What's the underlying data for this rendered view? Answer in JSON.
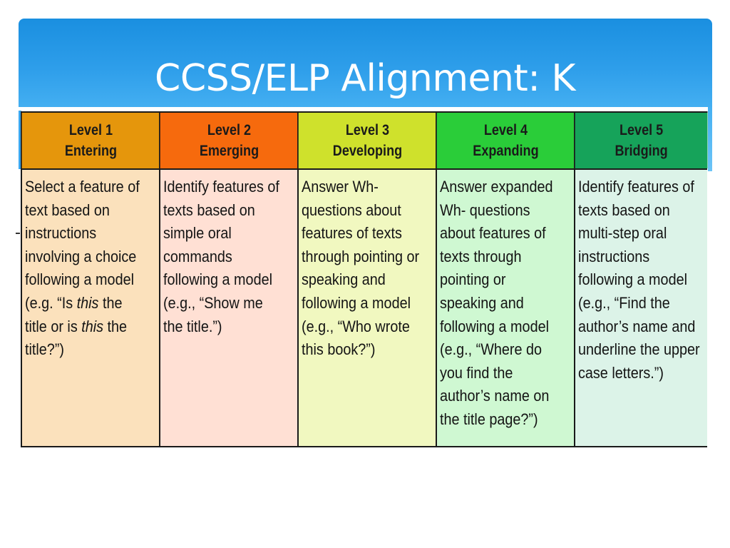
{
  "slide": {
    "title": "CCSS/ELP Alignment: K"
  },
  "table": {
    "levels": [
      {
        "name": "Level 1",
        "stage": "Entering",
        "color": "#e5960c",
        "lines": [
          "Select a feature of",
          "text based on",
          "instructions",
          "involving a choice",
          "following a model",
          "(e.g. “Is this the",
          "title or is this the",
          "title?”)"
        ]
      },
      {
        "name": "Level 2",
        "stage": "Emerging",
        "color": "#f66a0d",
        "lines": [
          "Identify features of",
          "texts based on",
          "simple oral",
          "commands",
          "following a model",
          "(e.g., “Show me",
          "the title.”)"
        ]
      },
      {
        "name": "Level 3",
        "stage": "Developing",
        "color": "#cfe12c",
        "lines": [
          "Answer Wh-",
          "questions about",
          "features of texts",
          "through pointing or",
          "speaking and",
          "following a model",
          "(e.g., “Who wrote",
          "this book?”)"
        ]
      },
      {
        "name": "Level 4",
        "stage": "Expanding",
        "color": "#2acd39",
        "lines": [
          "Answer expanded",
          "Wh- questions",
          "about features of",
          "texts through",
          "pointing or",
          "speaking and",
          "following a model",
          "(e.g., “Where do",
          "you find the",
          "author’s name on",
          "the title page?”)"
        ]
      },
      {
        "name": "Level 5",
        "stage": "Bridging",
        "color": "#16a35a",
        "lines": [
          "Identify features of",
          "texts based on",
          "multi-step oral",
          "instructions",
          "following a model",
          "(e.g., “Find the",
          "author’s name and",
          "underline the upper",
          "case letters.”)"
        ]
      }
    ]
  }
}
